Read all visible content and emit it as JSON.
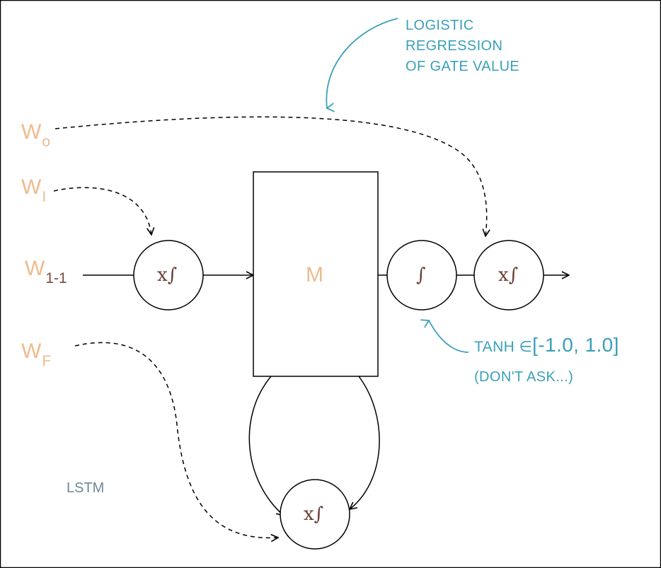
{
  "inputs": {
    "w_o": {
      "main": "W",
      "sub": "o"
    },
    "w_i": {
      "main": "W",
      "sub": "I"
    },
    "w_prev": {
      "main": "W",
      "sub": "1-1"
    },
    "w_f": {
      "main": "W",
      "sub": "F"
    }
  },
  "nodes": {
    "input_gate": "x∫",
    "memory": "M",
    "tanh": "∫",
    "output_gate": "x∫",
    "forget_gate": "x∫"
  },
  "annotations": {
    "logistic": [
      "LOGISTIC",
      "REGRESSION",
      "OF GATE VALUE"
    ],
    "tanh_prefix": "TANH ∈",
    "tanh_range": "[-1.0, 1.0]",
    "tanh_note": "(DON'T ASK...)",
    "title": "LSTM"
  },
  "colors": {
    "weight_label": "#eebb8c",
    "node_text": "#6b3f34",
    "annotation": "#3aa0b8",
    "caption": "#6f8893",
    "stroke": "#000000"
  }
}
